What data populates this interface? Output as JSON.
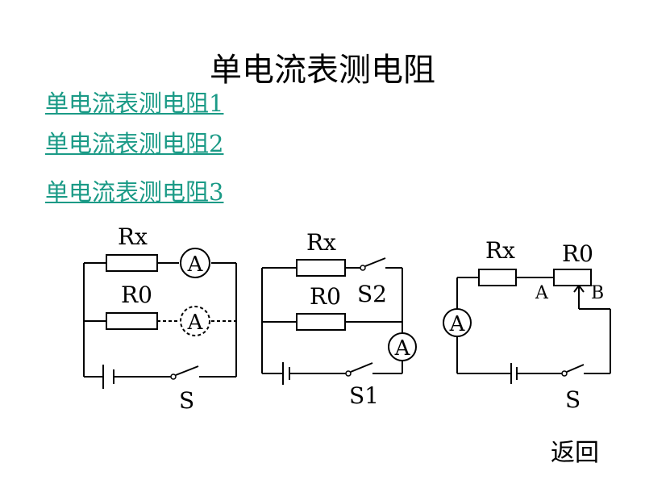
{
  "title": "单电流表测电阻",
  "links": [
    {
      "label": "单电流表测电阻1"
    },
    {
      "label": "单电流表测电阻2"
    },
    {
      "label": "单电流表测电阻3"
    }
  ],
  "back_label": "返回",
  "link_color": "#1a9a86",
  "circuits": [
    {
      "labels": {
        "rx": "Rx",
        "r0": "R0",
        "ammeter_1": "A",
        "ammeter_2": "A",
        "switch": "S"
      }
    },
    {
      "labels": {
        "rx": "Rx",
        "r0": "R0",
        "switch_2": "S2",
        "ammeter": "A",
        "switch_1": "S1"
      }
    },
    {
      "labels": {
        "rx": "Rx",
        "r0": "R0",
        "point_a": "A",
        "point_b": "B",
        "ammeter": "A",
        "switch": "S"
      }
    }
  ]
}
